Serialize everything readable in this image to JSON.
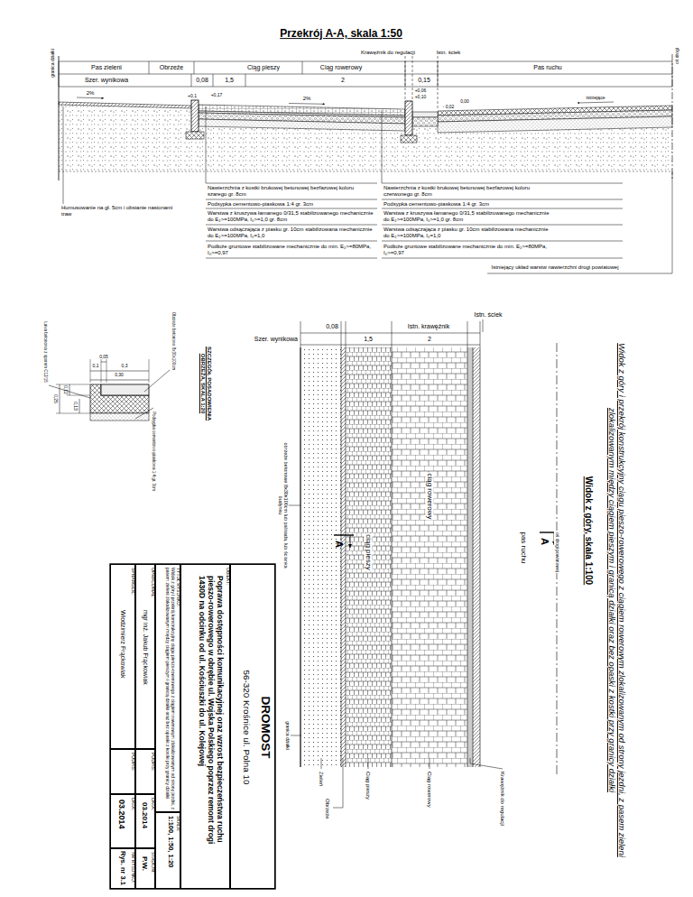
{
  "diagram": {
    "title": "Widok z góry i przekrój konstrukcyjny ciągu pieszo-rowerowego z ciągiem rowerowym zlokalizowanym od strony jezdni, z pasem zieleni zlokalizowanym między ciągiem pieszym i granicą działki oraz bez opaski z kostki przy granicy działki",
    "nodes": [
      {
        "text": [
          "DROMOST",
          "56-320 Krośnice ul. Polna 10"
        ]
      },
      {
        "text": [
          "OBIEKT:",
          "Poprawa dostępności komunikacyjnej oraz wzrost bezpieczeństwa ruchu pieszo-rowerowego w obrębie ul. Wojska Polskiego poprzez remont drogi 1430D na odcinku od ul. Kościuszki do ul. Kolejowej"
        ]
      },
      {
        "text": [
          "TYTUŁ RYSUNKU:",
          "Widok z góry i przekrój konstrukcyjny ciągu pieszo-rowerowego z ciągiem rowerowym zlokalizowanym od strony jezdni, z pasem zieleni zlokalizowanym między ciągiem pieszym i granicą działki oraz bez opaski z kostki przy granicy działki"
        ]
      },
      {
        "text": [
          "SKALA:",
          "1:100, 1:50, 1:20"
        ]
      },
      {
        "text": [
          "OPRACOWAŁ:",
          "mgr inż. Jakub Frąckowiak"
        ]
      },
      {
        "text": [
          "PODPIS:"
        ]
      },
      {
        "text": [
          "DATA:",
          "03.2014"
        ]
      },
      {
        "text": [
          "STADIUM:",
          "P.W."
        ]
      },
      {
        "text": [
          "SPRAWDZIŁ:",
          "Włodzimierz Frąckowiak"
        ]
      },
      {
        "text": [
          "PODPIS:"
        ]
      },
      {
        "text": [
          "DATA:",
          "03.2014"
        ]
      },
      {
        "text": [
          "NR RYSUNKU:",
          "Rys. nr 3.1"
        ]
      }
    ],
    "labels": [
      "Przekrój A-A, skala 1:50",
      "Krawężnik do regulacji",
      "Istn. ściek",
      "Pas zieleni",
      "Obrzeże",
      "Ciąg pieszy",
      "Ciąg rowerowy",
      "Pas ruchu",
      "Szer. wynikowa",
      "0,08",
      "1,5",
      "2",
      "0,15",
      "granica działki",
      "oś drogi",
      "2%",
      "+0,1",
      "+0,17",
      "2%",
      "+0,06",
      "+0,10",
      "- 0,02",
      "0,00",
      "istniejące",
      "Humusowanie na gł. 5cm i obsianie nasionami traw",
      "Nawierzchnia z kostki brukowej betonowej bezfazowej koloru szarego gr. 8cm",
      "Podsypka cementowo-piaskowa 1:4 gr. 3cm",
      "Warstwa z kruszywa łamanego 0/31,5 stabilizowanego mechanicznie do E₂>=100MPa, I₀>=1,0 gr. 8cm",
      "Warstwa odsączająca z piasku gr. 10cm stabilizowana mechanicznie do E₂>=100MPa, I₀=1,0",
      "Podłoże gruntowe stabilizowane mechanicznie do min. E₂>=80MPa, I₀>=0,97",
      "Nawierzchnia z kostki brukowej betonowej bezfazowej koloru czerwonego gr. 8cm",
      "Podsypka cementowo-piaskowa 1:4 gr. 3cm",
      "Warstwa z kruszywa łamanego 0/31,5 stabilizowanego mechanicznie do E₂>=100MPa, I₀>=1,0 gr. 8cm",
      "Warstwa odsączająca z piasku gr. 10cm stabilizowana mechanicznie do E₂>=100MPa, I₀=1,0",
      "Podłoże gruntowe stabilizowane mechanicznie do min. E₂>=80MPa, I₀>=0,97",
      "Istniejący układ warstw nawierzchni drogi powiatowej",
      "Widok z góry, skala 1:100",
      "pas ruchu",
      "oś drogi powiatowej",
      "ciąg rowerowy",
      "ciąg pieszy",
      "A",
      "A",
      "Szer. wynikowa",
      "0,08",
      "1,5",
      "Istn. krawężnik",
      "2",
      "Istn. ściek",
      "obrzeże betonowe 8x30x100cm lub palisada, lub ścianka budynku",
      "granica działki",
      "Zieleń",
      "Ciąg pieszy",
      "Ciąg rowerowy",
      "Krawężnik do regulacji",
      "Obrzeże",
      "SZCZEGÓŁ POSADOWIENIA OBRZEŻA, SKALA 1:20",
      "0,05",
      "0,1",
      "0,3",
      "0,30",
      "0,25",
      "0,12",
      "0,13",
      "Ława betonowa z oporem C12/15",
      "Obrzeże betonowe 8x30x100cm",
      "Podsypka cementowo-piaskowa 1:4 gr. 3cm"
    ]
  }
}
